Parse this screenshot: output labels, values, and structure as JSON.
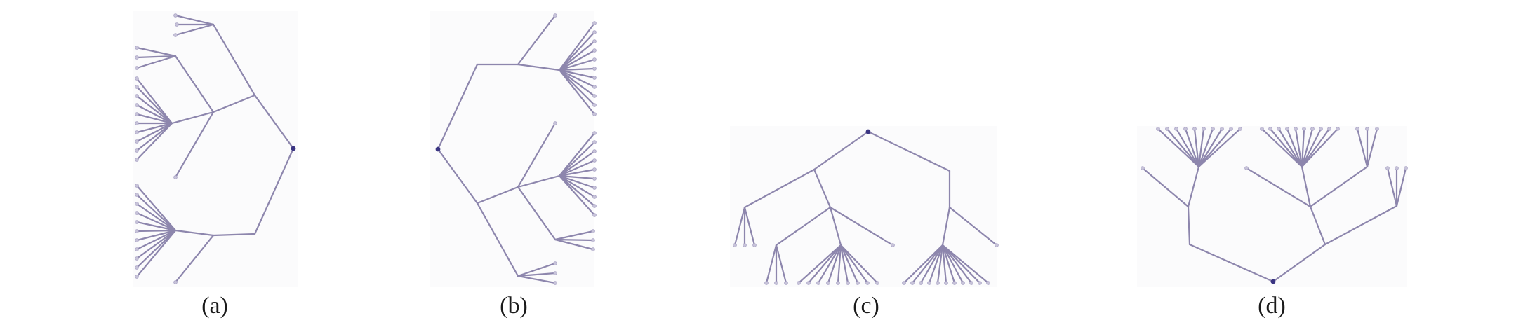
{
  "figure": {
    "panels": [
      {
        "id": "a",
        "caption": "(a)",
        "layout": "radial-left"
      },
      {
        "id": "b",
        "caption": "(b)",
        "layout": "radial-right"
      },
      {
        "id": "c",
        "caption": "(c)",
        "layout": "top-down"
      },
      {
        "id": "d",
        "caption": "(d)",
        "layout": "bottom-up"
      }
    ],
    "colors": {
      "edge": "#8d86ad",
      "root": "#3a3482",
      "leaf": "#c7c3d9",
      "panel_background": "#fbfbfc"
    }
  }
}
